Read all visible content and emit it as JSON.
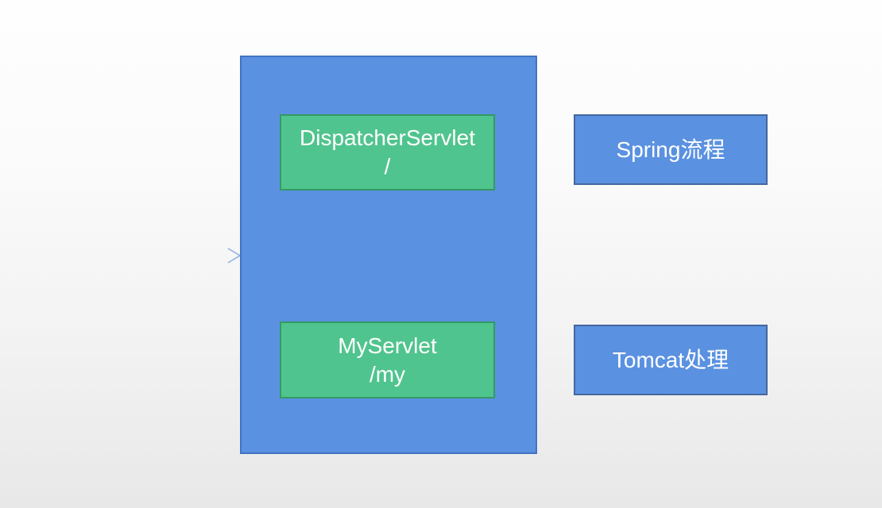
{
  "diagram": {
    "servlet_boxes": [
      {
        "name": "DispatcherServlet",
        "path": "/"
      },
      {
        "name": "MyServlet",
        "path": "/my"
      }
    ],
    "process_boxes": [
      {
        "label": "Spring流程"
      },
      {
        "label": "Tomcat处理"
      }
    ],
    "colors": {
      "container_fill": "#5a91e1",
      "container_border": "#4472c4",
      "servlet_fill": "#50c48e",
      "servlet_border": "#339a62",
      "process_fill": "#5a91e1",
      "process_border": "#44679e",
      "text": "#ffffff",
      "arrow": "#7fa5dd",
      "background_top": "#fefefe",
      "background_bottom": "#e8e8e8"
    }
  }
}
